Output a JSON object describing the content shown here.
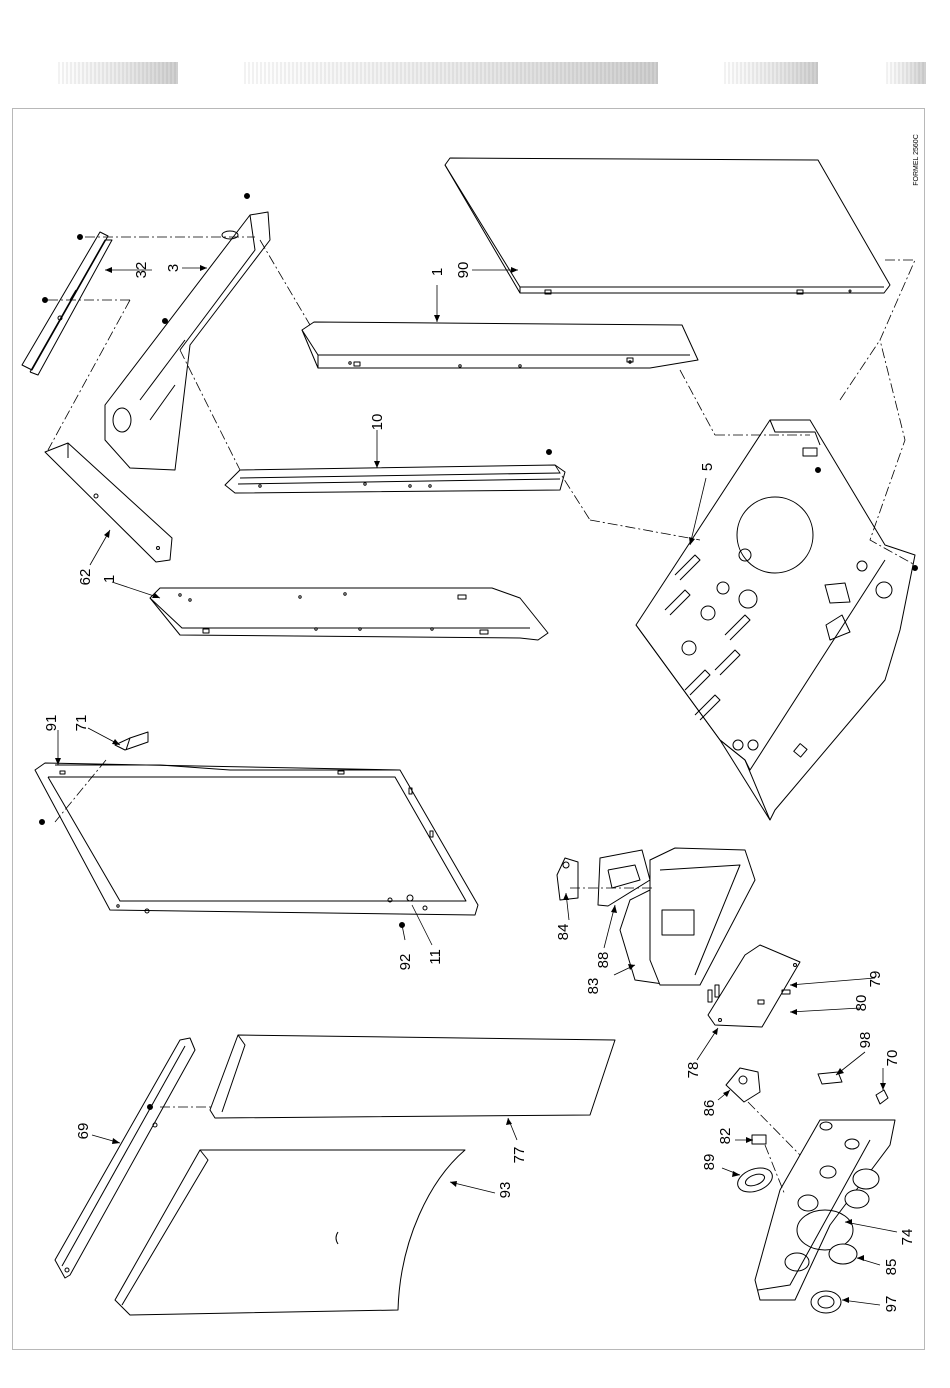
{
  "drawing_code": "FORMEL 2560C",
  "callouts": [
    {
      "id": "c32",
      "text": "32"
    },
    {
      "id": "c3",
      "text": "3"
    },
    {
      "id": "c1a",
      "text": "1"
    },
    {
      "id": "c90",
      "text": "90"
    },
    {
      "id": "c10",
      "text": "10"
    },
    {
      "id": "c5",
      "text": "5"
    },
    {
      "id": "c62",
      "text": "62"
    },
    {
      "id": "c1b",
      "text": "1"
    },
    {
      "id": "c91",
      "text": "91"
    },
    {
      "id": "c71",
      "text": "71"
    },
    {
      "id": "c84",
      "text": "84"
    },
    {
      "id": "c88",
      "text": "88"
    },
    {
      "id": "c83",
      "text": "83"
    },
    {
      "id": "c92",
      "text": "92"
    },
    {
      "id": "c11",
      "text": "11"
    },
    {
      "id": "c79",
      "text": "79"
    },
    {
      "id": "c80",
      "text": "80"
    },
    {
      "id": "c78",
      "text": "78"
    },
    {
      "id": "c98",
      "text": "98"
    },
    {
      "id": "c70",
      "text": "70"
    },
    {
      "id": "c86",
      "text": "86"
    },
    {
      "id": "c82",
      "text": "82"
    },
    {
      "id": "c89",
      "text": "89"
    },
    {
      "id": "c69",
      "text": "69"
    },
    {
      "id": "c77",
      "text": "77"
    },
    {
      "id": "c93",
      "text": "93"
    },
    {
      "id": "c74",
      "text": "74"
    },
    {
      "id": "c85",
      "text": "85"
    },
    {
      "id": "c97",
      "text": "97"
    }
  ]
}
